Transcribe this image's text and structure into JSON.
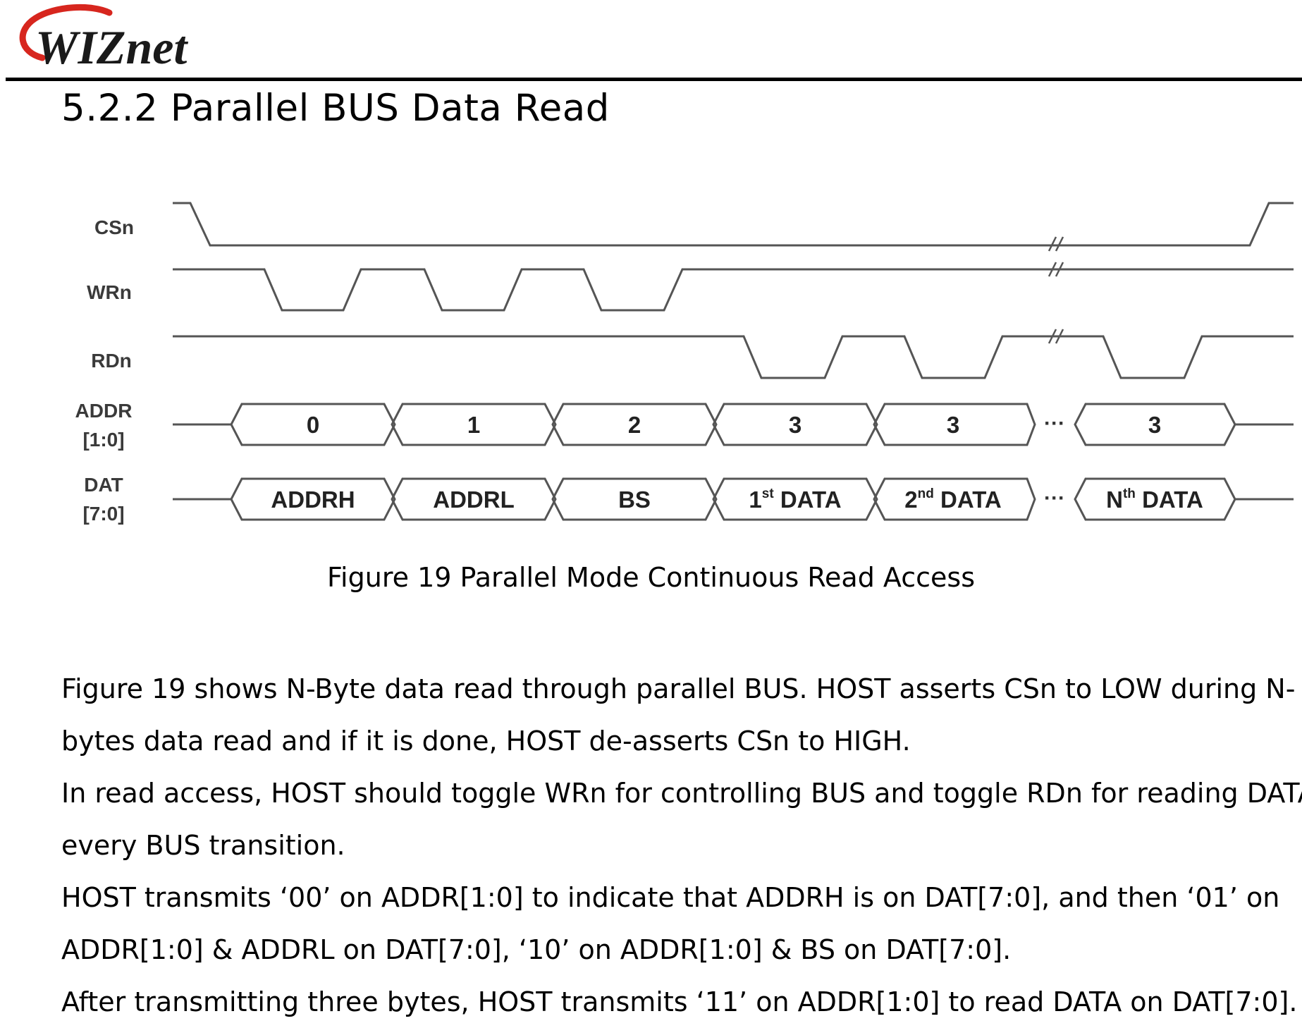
{
  "header": {
    "logo_text": "WIZnet",
    "section_title": "5.2.2 Parallel BUS Data Read"
  },
  "diagram": {
    "signals": [
      {
        "id": "csn",
        "lines": [
          "CSn"
        ]
      },
      {
        "id": "wrn",
        "lines": [
          "WRn"
        ]
      },
      {
        "id": "rdn",
        "lines": [
          "RDn"
        ]
      },
      {
        "id": "addr",
        "lines": [
          "ADDR",
          "[1:0]"
        ]
      },
      {
        "id": "dat",
        "lines": [
          "DAT",
          "[7:0]"
        ]
      }
    ],
    "addr_values": [
      "0",
      "1",
      "2",
      "3",
      "3",
      "3"
    ],
    "dat_values": [
      {
        "base": "ADDRH",
        "sup": ""
      },
      {
        "base": "ADDRL",
        "sup": ""
      },
      {
        "base": "BS",
        "sup": ""
      },
      {
        "base": "1",
        "sup": "st",
        "suffix": " DATA"
      },
      {
        "base": "2",
        "sup": "nd",
        "suffix": " DATA"
      },
      {
        "base": "N",
        "sup": "th",
        "suffix": " DATA"
      }
    ],
    "ellipsis": "···"
  },
  "caption": "Figure 19 Parallel Mode Continuous Read Access",
  "paragraphs": [
    "Figure 19 shows N-Byte data read through parallel BUS. HOST asserts CSn to LOW during N-",
    "bytes data read and if it is done, HOST de-asserts CSn to HIGH.",
    "In read access, HOST should toggle WRn for controlling BUS and toggle RDn for reading DATA,",
    "every BUS transition.",
    "HOST transmits ‘00’ on ADDR[1:0] to indicate that ADDRH is on DAT[7:0], and then ‘01’ on",
    "ADDR[1:0] & ADDRL on DAT[7:0], ‘10’ on ADDR[1:0] & BS on DAT[7:0].",
    "After transmitting three bytes, HOST transmits ‘11’ on ADDR[1:0] to read DATA on DAT[7:0]."
  ],
  "colors": {
    "logo_red": "#d7261e",
    "logo_text": "#1a1a1a",
    "waveform": "#555555"
  }
}
